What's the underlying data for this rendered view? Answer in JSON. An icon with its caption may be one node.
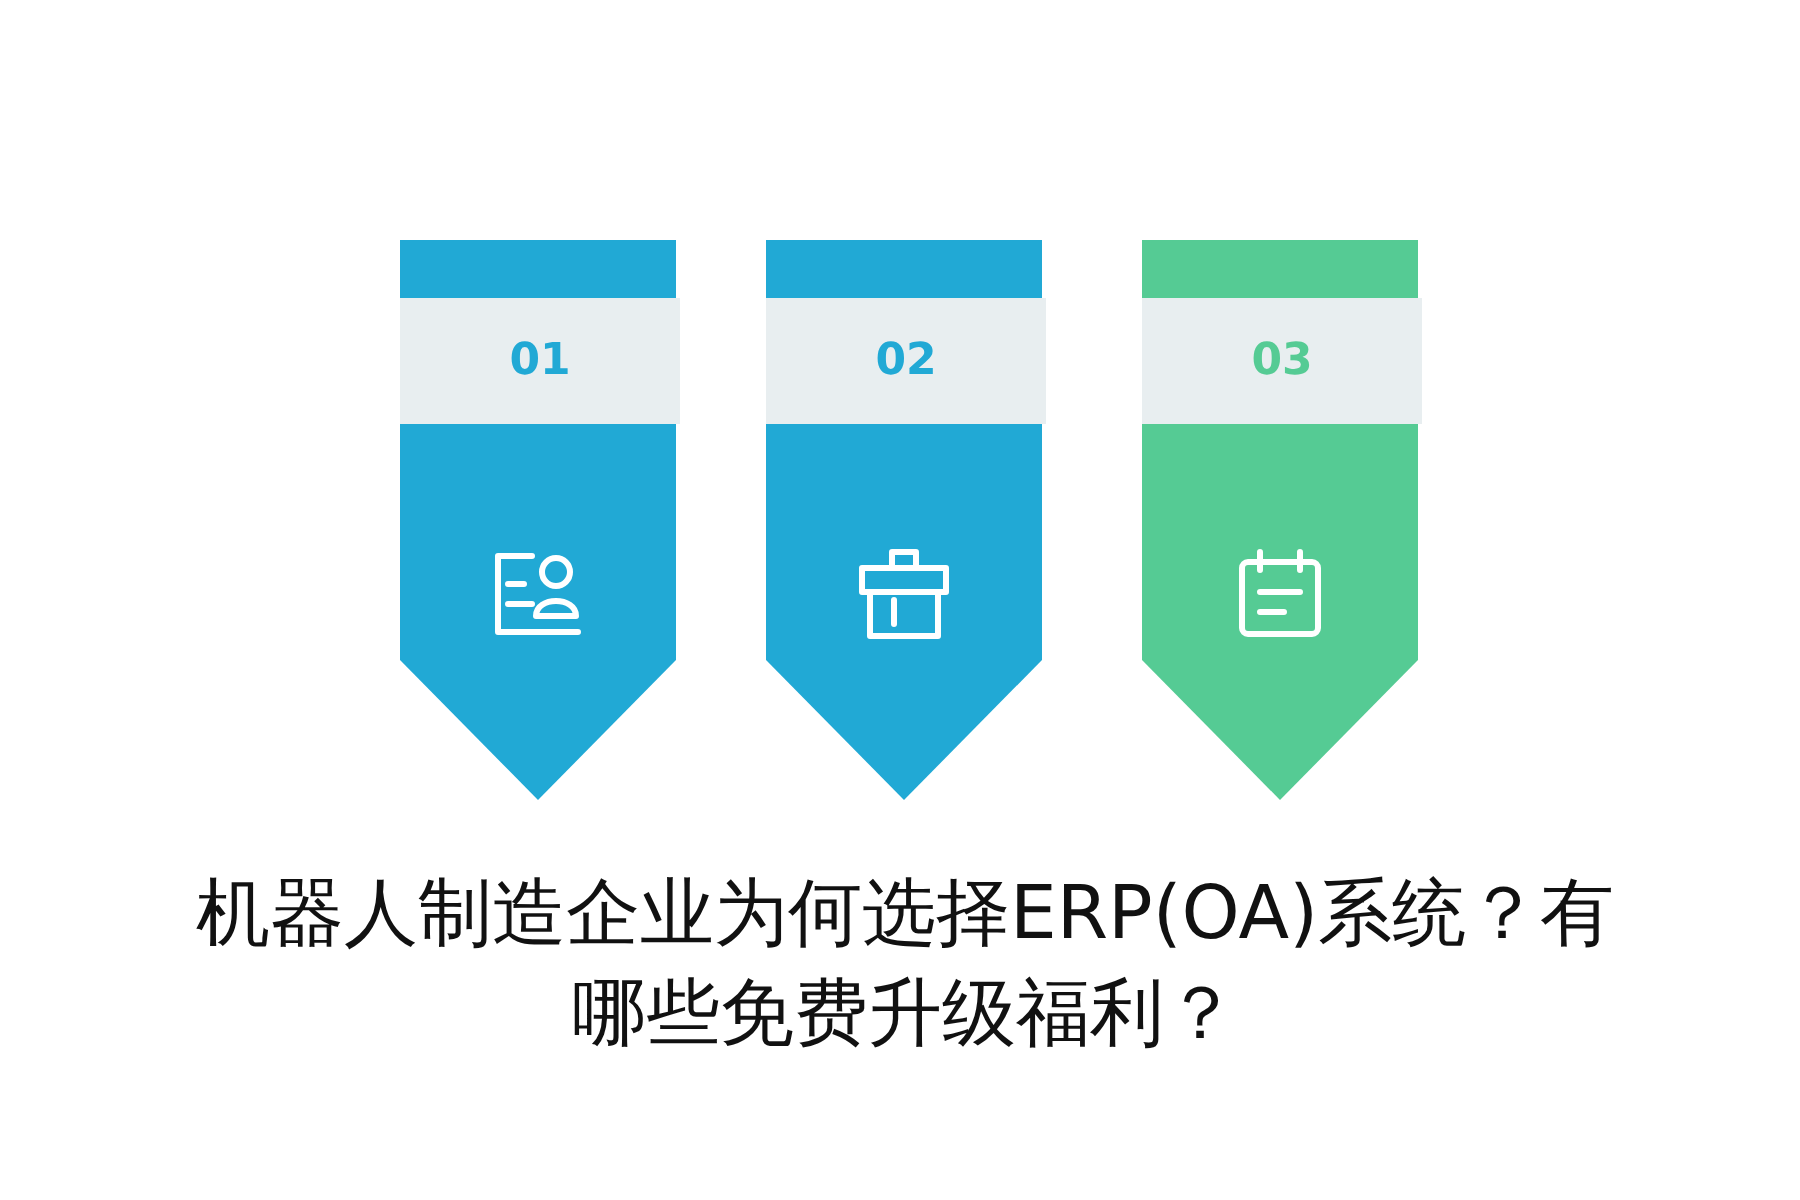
{
  "diagram": {
    "title": "机器人制造企业为何选择ERP(OA)系统？有哪些免费升级福利？",
    "nodes": [
      {
        "text": [
          "01"
        ]
      },
      {
        "text": [
          "02"
        ]
      },
      {
        "text": [
          "03"
        ]
      }
    ]
  }
}
